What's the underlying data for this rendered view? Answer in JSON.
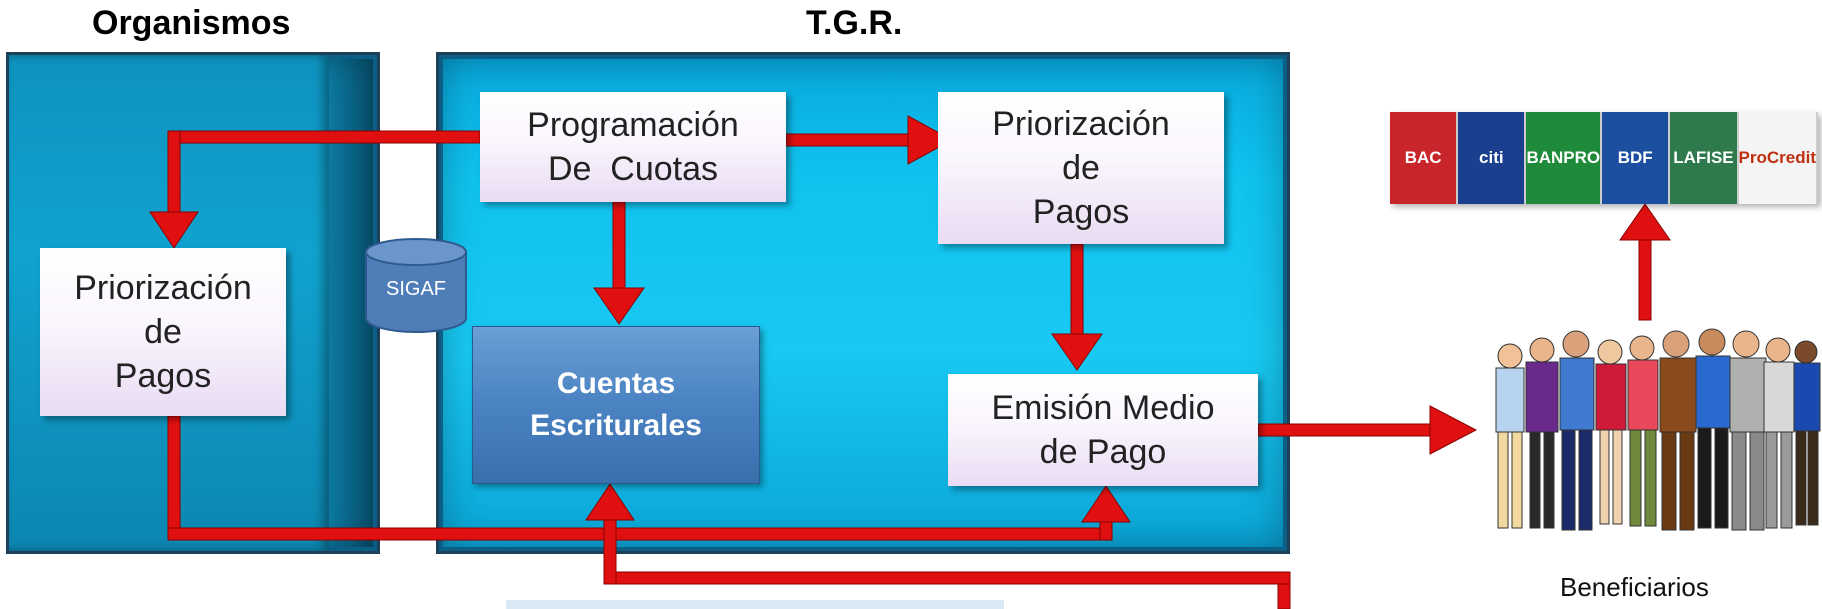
{
  "headers": {
    "organismos": "Organismos",
    "tgr": "T.G.R."
  },
  "nodes": {
    "priorizacion_org": [
      "Priorización",
      "de",
      "Pagos"
    ],
    "programacion": [
      "Programación",
      "De  Cuotas"
    ],
    "priorizacion_tgr": [
      "Priorización",
      "de",
      "Pagos"
    ],
    "sigaf": "SIGAF",
    "cuentas": [
      "Cuentas",
      "Escriturales"
    ],
    "emision": [
      "Emisión Medio",
      "de Pago"
    ]
  },
  "banks": [
    {
      "label": "BAC",
      "color": "#c9262c"
    },
    {
      "label": "citi",
      "color": "#1b3f8f"
    },
    {
      "label": "BANPRO",
      "color": "#1f8a3a"
    },
    {
      "label": "BDF",
      "color": "#1d4fa0"
    },
    {
      "label": "LAFISE",
      "color": "#2f7a4c"
    },
    {
      "label": "ProCredit",
      "color": "#f4f4f4"
    }
  ],
  "beneficiarios_label": "Beneficiarios",
  "colors": {
    "arrow": "#e01010",
    "panel": "#13b7e6",
    "cylinder": "#4f7db8"
  }
}
